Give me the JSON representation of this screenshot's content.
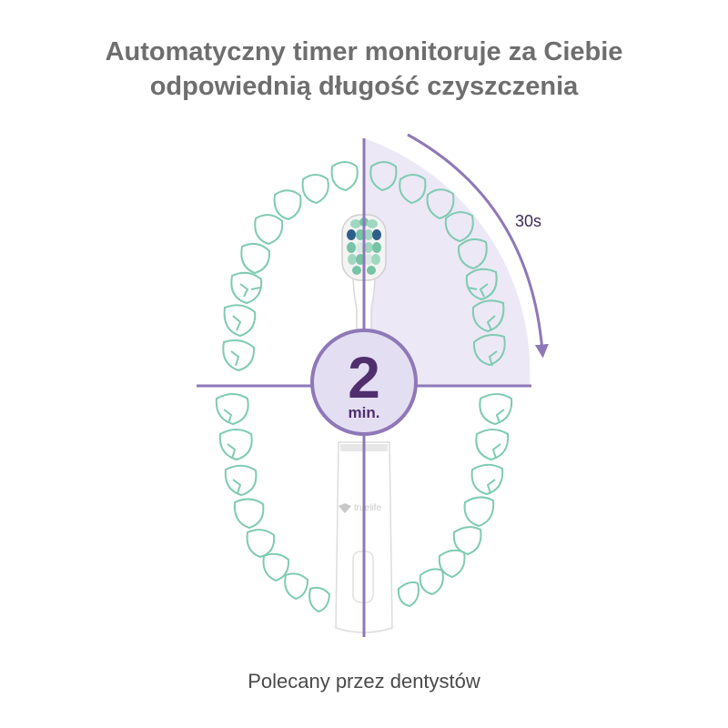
{
  "headline": {
    "line1": "Automatyczny timer monitoruje za Ciebie",
    "line2": "odpowiednią długość czyszczenia"
  },
  "timer": {
    "number": "2",
    "unit": "min.",
    "quadrant_label": "30s"
  },
  "brand": {
    "text": "truelife"
  },
  "footer": {
    "text": "Polecany przez dentystów"
  },
  "colors": {
    "heading": "#6e6e6e",
    "accent": "#8e78b8",
    "accent_dark": "#4f2f6e",
    "quadrant_fill": "#ece8f6",
    "circle_fill": "#e4def2",
    "tooth_outline": "#7fcbb2",
    "footer": "#4a4a4a"
  },
  "icons": {
    "direction_arrow": "arrow-clockwise-icon",
    "brand_logo": "truelife-logo-icon"
  }
}
